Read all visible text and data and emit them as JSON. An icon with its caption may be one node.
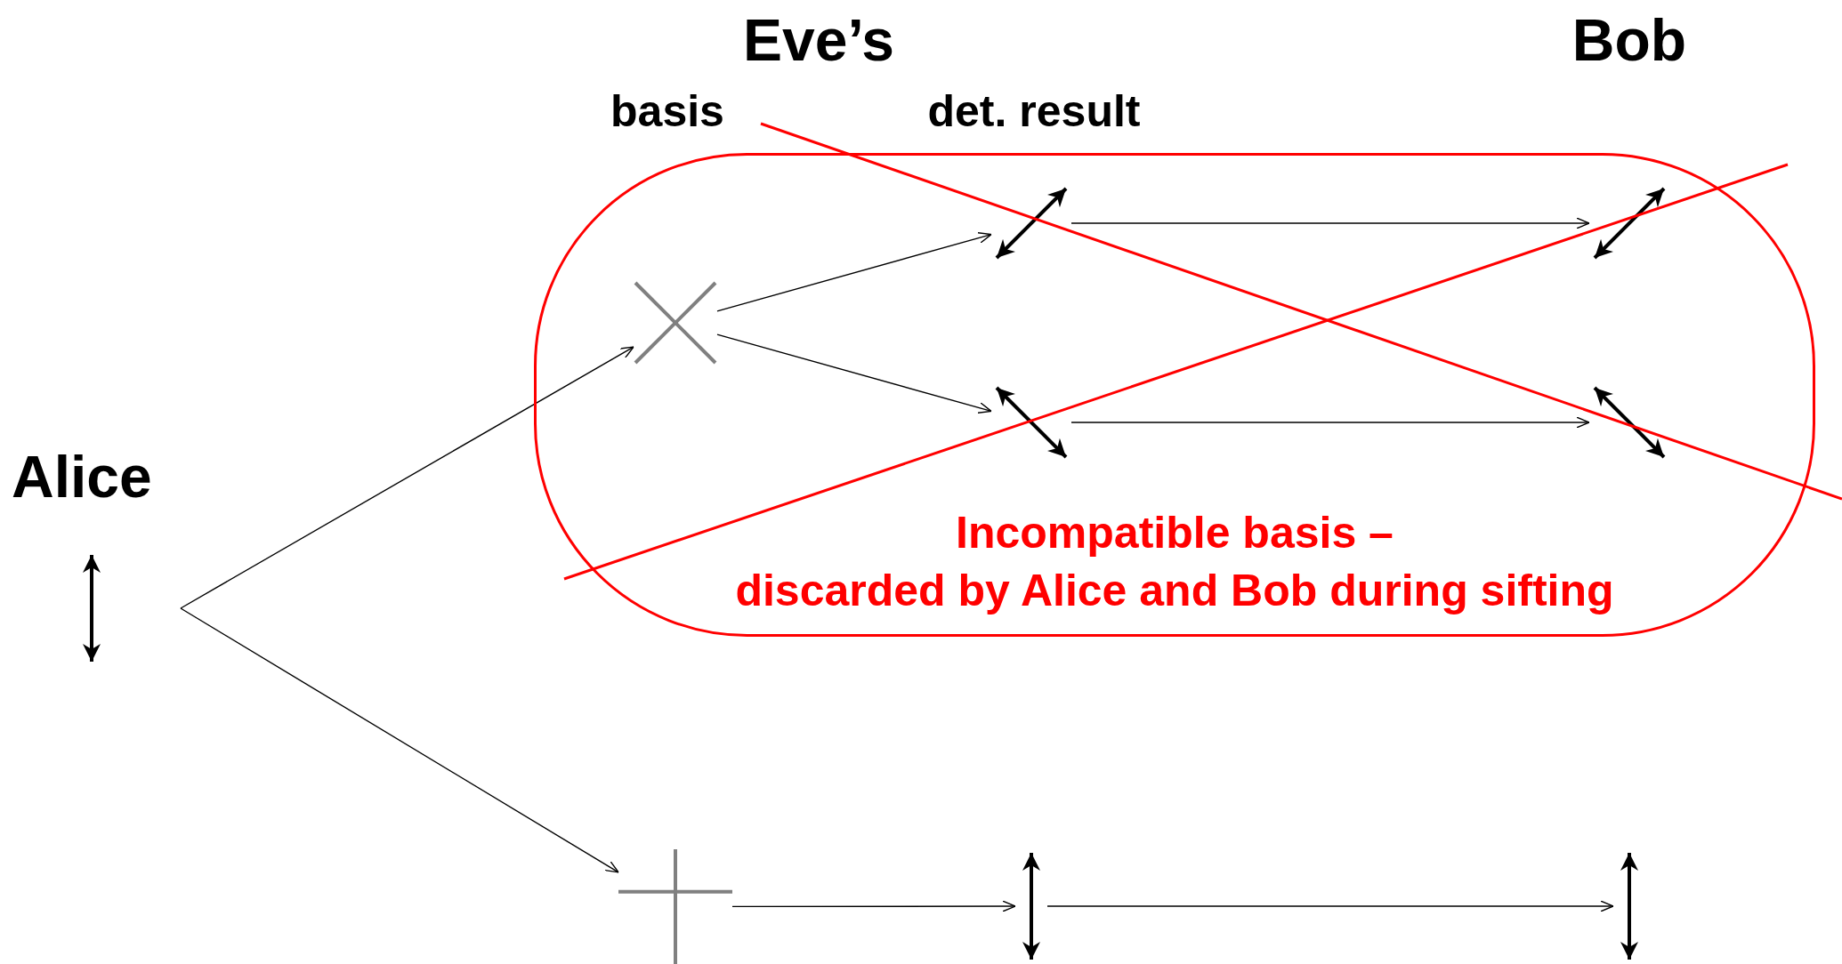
{
  "diagram": {
    "nodes": [
      {
        "text": [
          "Alice"
        ]
      },
      {
        "text": [
          "Incompatible basis –",
          "discarded by Alice and Bob during sifting"
        ]
      },
      {
        "text": [],
        "shape": "picture",
        "in": 1
      },
      {
        "text": [],
        "shape": "picture",
        "in": 1
      },
      {
        "text": [],
        "shape": "picture",
        "in": 1
      },
      {
        "text": [],
        "shape": "picture",
        "in": 1
      },
      {
        "text": [],
        "shape": "picture",
        "in": 1
      },
      {
        "text": [],
        "shape": "picture"
      },
      {
        "text": [],
        "shape": "picture"
      },
      {
        "text": [],
        "shape": "picture"
      }
    ],
    "edges": [
      {
        "from": 0,
        "to": 2,
        "arrow": "to"
      },
      {
        "from": 0,
        "to": 7,
        "arrow": "to"
      },
      {
        "from": 2,
        "to": 3,
        "arrow": "to"
      },
      {
        "from": 2,
        "to": 4,
        "arrow": "to"
      },
      {
        "from": 3,
        "to": 5,
        "arrow": "to"
      },
      {
        "from": 4,
        "to": 6,
        "arrow": "to"
      },
      {
        "from": 7,
        "to": 8,
        "arrow": "to"
      },
      {
        "from": 8,
        "to": 9,
        "arrow": "to"
      }
    ],
    "labels": [
      "Eve’s",
      "basis",
      "det. result",
      "Bob"
    ]
  }
}
